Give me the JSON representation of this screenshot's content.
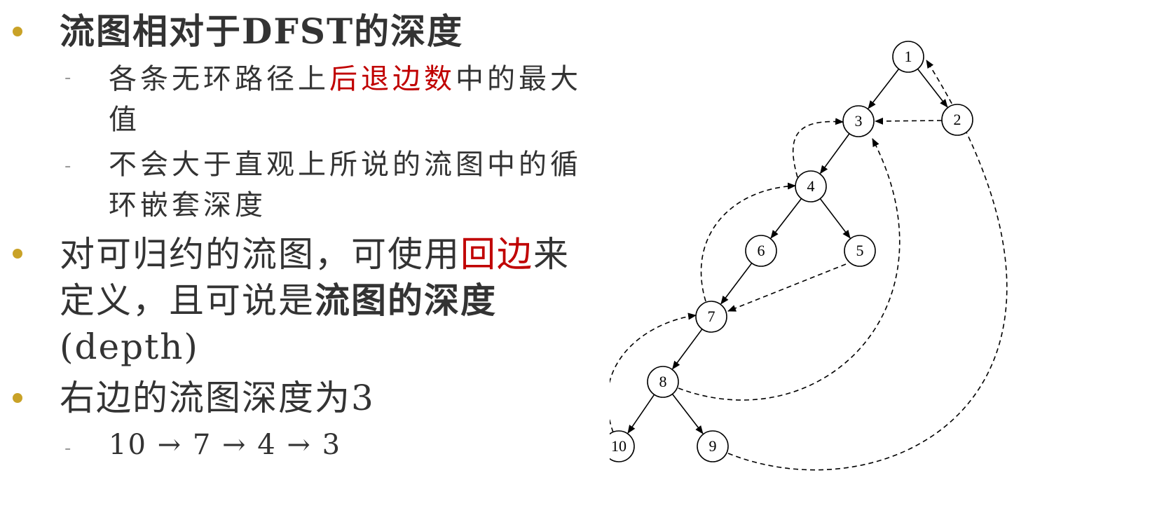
{
  "colors": {
    "bullet": "#c9a227",
    "text": "#333333",
    "highlight": "#c00000"
  },
  "bullets": [
    {
      "title": "流图相对于DFST的深度",
      "subs": [
        {
          "pre": "各条无环路径上",
          "highlight": "后退边数",
          "post": "中的最大值"
        },
        {
          "text": "不会大于直观上所说的流图中的循环嵌套深度"
        }
      ]
    },
    {
      "pre": "对可归约的流图，可使用",
      "highlight": "回边",
      "mid": "来定义，且可说是",
      "bold": "流图的深度",
      "post": "(depth)"
    },
    {
      "text": "右边的流图深度为3",
      "subs": [
        {
          "text": "10 → 7 → 4 → 3"
        }
      ]
    }
  ],
  "diagram": {
    "nodes": [
      "1",
      "2",
      "3",
      "4",
      "5",
      "6",
      "7",
      "8",
      "9",
      "10"
    ],
    "tree_edges": [
      [
        "1",
        "3"
      ],
      [
        "1",
        "2"
      ],
      [
        "3",
        "4"
      ],
      [
        "4",
        "6"
      ],
      [
        "4",
        "5"
      ],
      [
        "6",
        "7"
      ],
      [
        "7",
        "8"
      ],
      [
        "8",
        "10"
      ],
      [
        "8",
        "9"
      ]
    ],
    "back_edges": [
      [
        "2",
        "3"
      ],
      [
        "4",
        "3"
      ],
      [
        "7",
        "4"
      ],
      [
        "10",
        "7"
      ],
      [
        "8",
        "3"
      ],
      [
        "9",
        "1"
      ],
      [
        "5",
        "7"
      ]
    ]
  }
}
